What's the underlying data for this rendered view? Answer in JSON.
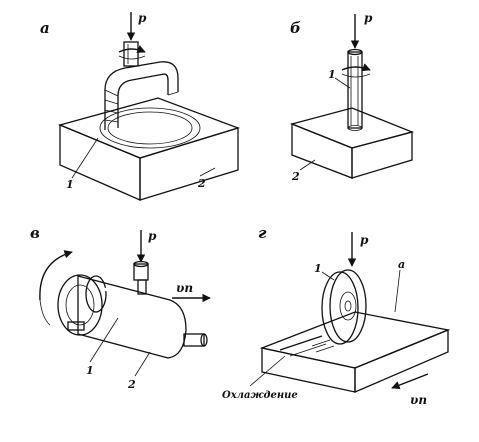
{
  "panels": {
    "a": {
      "letter": "а",
      "force": "p",
      "part1": "1",
      "part2": "2"
    },
    "b": {
      "letter": "б",
      "force": "p",
      "part1": "1",
      "part2": "2"
    },
    "v": {
      "letter": "в",
      "force": "p",
      "speed": "υп",
      "part1": "1",
      "part2": "2"
    },
    "g": {
      "letter": "г",
      "force": "p",
      "part1": "1",
      "part_a": "а",
      "coolant": "Охлаждение",
      "speed": "υп"
    }
  },
  "colors": {
    "ink": "#111111",
    "shade": "#555555",
    "paper": "#ffffff"
  }
}
